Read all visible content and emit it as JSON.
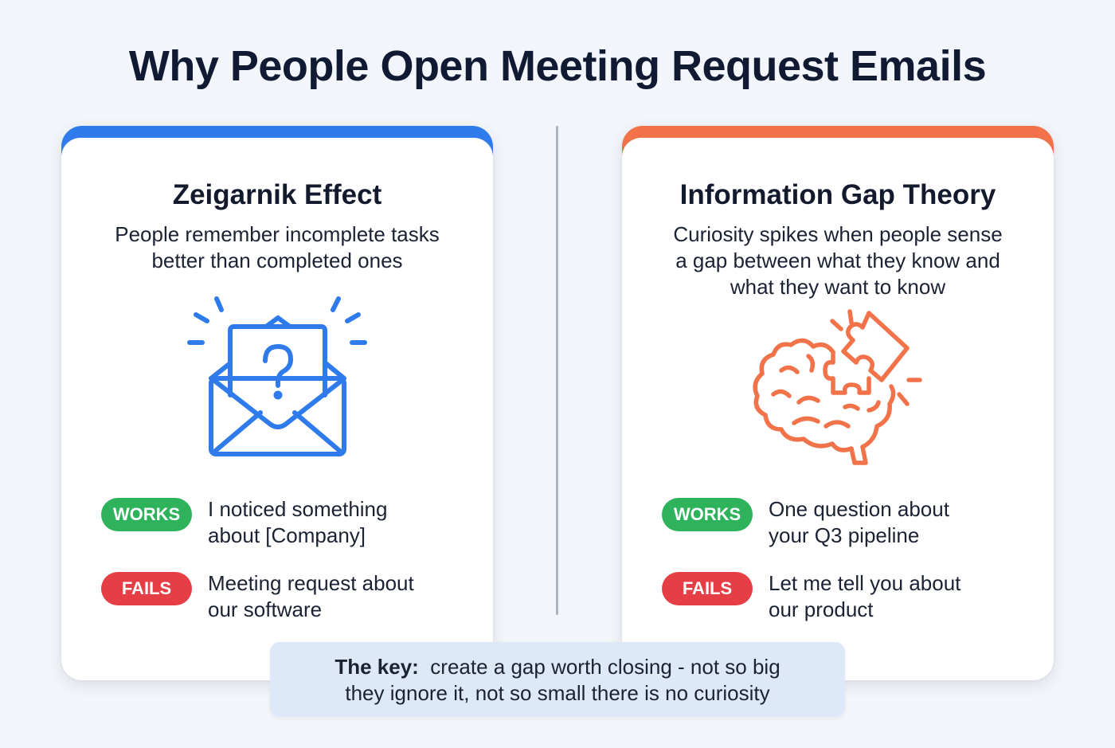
{
  "title": "Why People Open Meeting Request Emails",
  "colors": {
    "background": "#f2f5f9",
    "left_accent": "#2f7bec",
    "right_accent": "#f2724a",
    "works": "#2eb35c",
    "fails": "#e53e45",
    "divider": "#aab3bf",
    "key_box": "#dde9f9"
  },
  "left_card": {
    "title": "Zeigarnik Effect",
    "description_lines": [
      "People remember incomplete tasks",
      "better than completed ones"
    ],
    "icon": "envelope-question-icon",
    "examples": [
      {
        "badge": "WORKS",
        "lines": [
          "I noticed something",
          "about [Company]"
        ]
      },
      {
        "badge": "FAILS",
        "lines": [
          "Meeting request about",
          "our software"
        ]
      }
    ]
  },
  "right_card": {
    "title": "Information Gap Theory",
    "description_lines": [
      "Curiosity spikes when people sense",
      "a gap between what they know and",
      "what they want to know"
    ],
    "icon": "brain-puzzle-icon",
    "examples": [
      {
        "badge": "WORKS",
        "lines": [
          "One question about",
          "your Q3 pipeline"
        ]
      },
      {
        "badge": "FAILS",
        "lines": [
          "Let me tell you about",
          "our product"
        ]
      }
    ]
  },
  "key": {
    "label": "The key:",
    "text_line1": "create a gap worth closing - not so big",
    "text_line2": "they ignore it, not so small there is no curiosity"
  }
}
